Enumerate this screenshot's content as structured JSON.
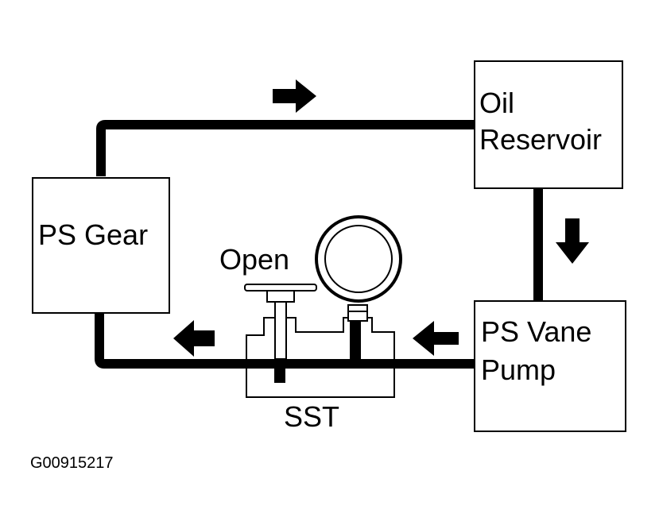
{
  "components": {
    "ps_gear": "PS Gear",
    "oil_reservoir_line1": "Oil",
    "oil_reservoir_line2": "Reservoir",
    "ps_vane_pump_line1": "PS Vane",
    "ps_vane_pump_line2": "Pump",
    "valve_label": "Open",
    "tool_label": "SST"
  },
  "figure_id": "G00915217",
  "colors": {
    "ink": "#000000",
    "paper": "#ffffff"
  },
  "icons": [
    "flow-arrow-right-icon",
    "flow-arrow-down-icon",
    "flow-arrow-left-icon",
    "pressure-gauge-icon",
    "valve-handle-icon"
  ]
}
